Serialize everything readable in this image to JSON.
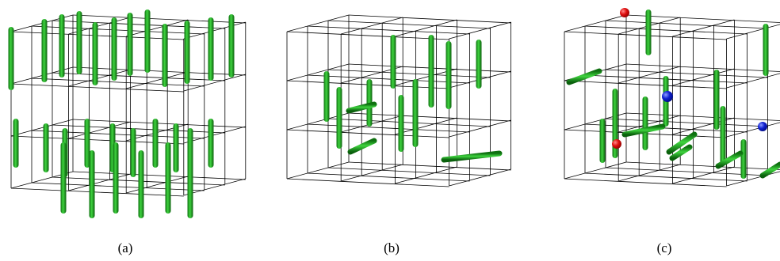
{
  "figure": {
    "panels": [
      {
        "id": "a",
        "caption": "(a)",
        "description": "vertical-dimers"
      },
      {
        "id": "b",
        "caption": "(b)",
        "description": "mixed-horizontal-vertical-dimers"
      },
      {
        "id": "c",
        "caption": "(c)",
        "description": "dimers-with-defects"
      }
    ],
    "colors": {
      "dimer": "#22b322",
      "dimer_dark": "#0f7a0f",
      "lattice": "#000000",
      "defect_red": "#e01010",
      "defect_blue": "#1020d0"
    }
  }
}
